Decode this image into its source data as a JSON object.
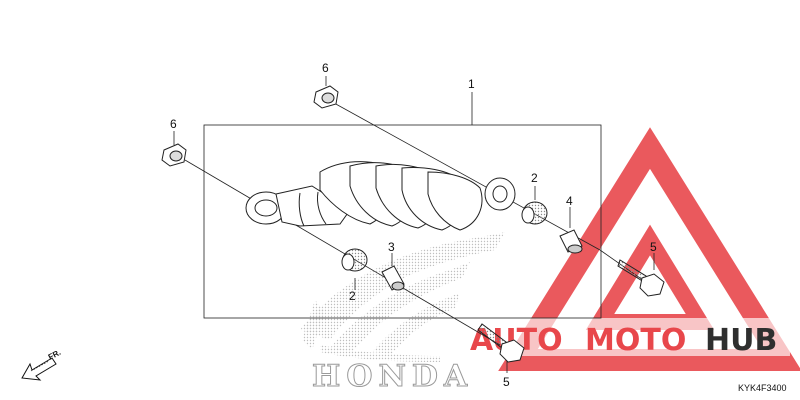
{
  "diagram": {
    "callouts": {
      "shock_absorber": "1",
      "bushing_left": "2",
      "bushing_right": "2",
      "collar_left": "3",
      "collar_right": "4",
      "bolt_bottom": "5",
      "bolt_right": "5",
      "nut_top": "6",
      "nut_left": "6"
    },
    "direction_label": "FR.",
    "part_code": "KYK4F3400"
  },
  "watermarks": {
    "honda_word": "HONDA",
    "brand_part1": "AUTO",
    "brand_part2": "MOTO",
    "brand_part3": "HUB",
    "colors": {
      "red": "#e8474b",
      "dark": "#2f2f2f"
    }
  }
}
